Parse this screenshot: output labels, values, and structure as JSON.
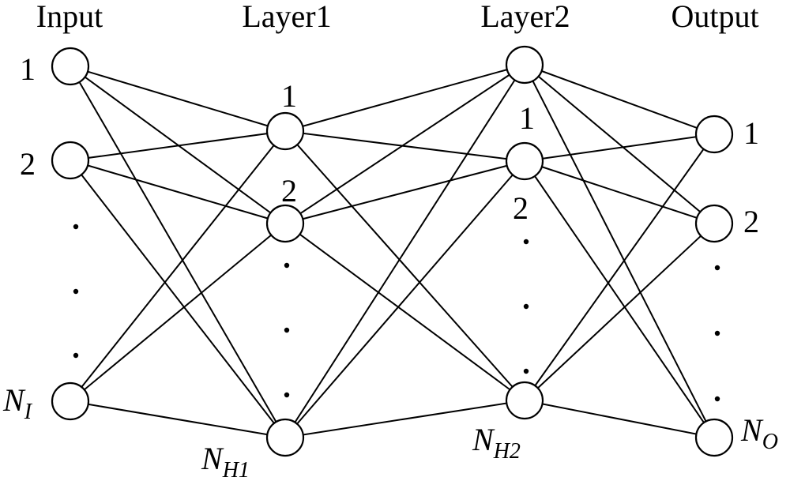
{
  "layers": [
    {
      "title": "Input",
      "node_labels": [
        "1",
        "2"
      ],
      "last_label": {
        "base": "N",
        "sub": "I"
      }
    },
    {
      "title": "Layer1",
      "node_labels": [
        "1",
        "2"
      ],
      "last_label": {
        "base": "N",
        "sub": "H1"
      }
    },
    {
      "title": "Layer2",
      "node_labels": [
        "1",
        "2"
      ],
      "last_label": {
        "base": "N",
        "sub": "H2"
      }
    },
    {
      "title": "Output",
      "node_labels": [
        "1",
        "2"
      ],
      "last_label": {
        "base": "N",
        "sub": "O"
      }
    }
  ],
  "colors": {
    "line": "#000000",
    "node_fill": "#ffffff",
    "background": "#ffffff"
  }
}
